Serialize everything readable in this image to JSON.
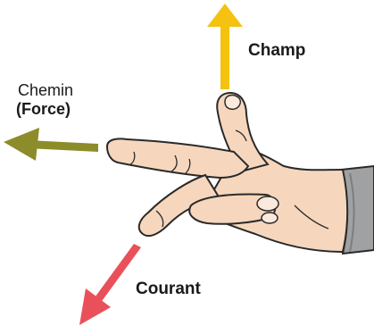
{
  "labels": {
    "champ": "Champ",
    "chemin": "Chemin",
    "force": "(Force)",
    "courant": "Courant"
  },
  "colors": {
    "champ_arrow": "#f4c20f",
    "force_arrow": "#8c8c2a",
    "courant_arrow": "#e9505a",
    "skin": "#f6d7bd",
    "outline": "#2a2a2a",
    "sleeve": "#9fa1a3"
  },
  "icons": {
    "champ_arrow": "arrow-up-icon",
    "force_arrow": "arrow-left-icon",
    "courant_arrow": "arrow-down-left-icon"
  }
}
